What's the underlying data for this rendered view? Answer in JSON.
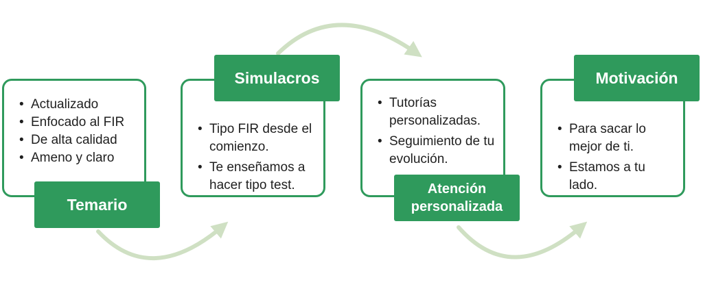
{
  "steps": [
    {
      "title_lines": [
        "Temario"
      ],
      "bullets": [
        "Actualizado",
        "Enfocado al FIR",
        "De alta calidad",
        "Ameno y claro"
      ]
    },
    {
      "title_lines": [
        "Simulacros"
      ],
      "bullets": [
        "Tipo FIR desde el comienzo.",
        "Te enseñamos a hacer tipo test."
      ]
    },
    {
      "title_lines": [
        "Atención",
        "personalizada"
      ],
      "bullets": [
        "Tutorías personalizadas.",
        "Seguimiento de tu evolución."
      ]
    },
    {
      "title_lines": [
        "Motivación"
      ],
      "bullets": [
        "Para sacar lo mejor de ti.",
        "Estamos a tu lado."
      ]
    }
  ],
  "colors": {
    "green": "#2f9a5c",
    "arrow": "#cfe0c3",
    "text": "#1f1f1f"
  }
}
